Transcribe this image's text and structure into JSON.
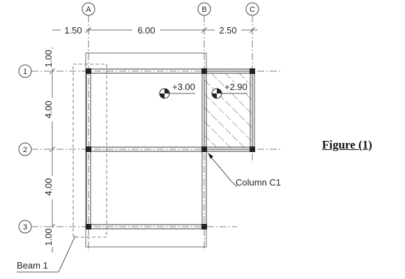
{
  "figure_title": "Figure (1)",
  "grid": {
    "columns": [
      "A",
      "B",
      "C"
    ],
    "rows": [
      "1",
      "2",
      "3"
    ]
  },
  "dimensions": {
    "top": [
      "1.50",
      "6.00",
      "2.50"
    ],
    "left": [
      "1.00",
      "4.00",
      "4.00",
      "1.00"
    ]
  },
  "levels": {
    "slab_level": "+3.00",
    "hatched_level": "+2.90"
  },
  "labels": {
    "column": "Column C1",
    "beam": "Beam 1"
  }
}
